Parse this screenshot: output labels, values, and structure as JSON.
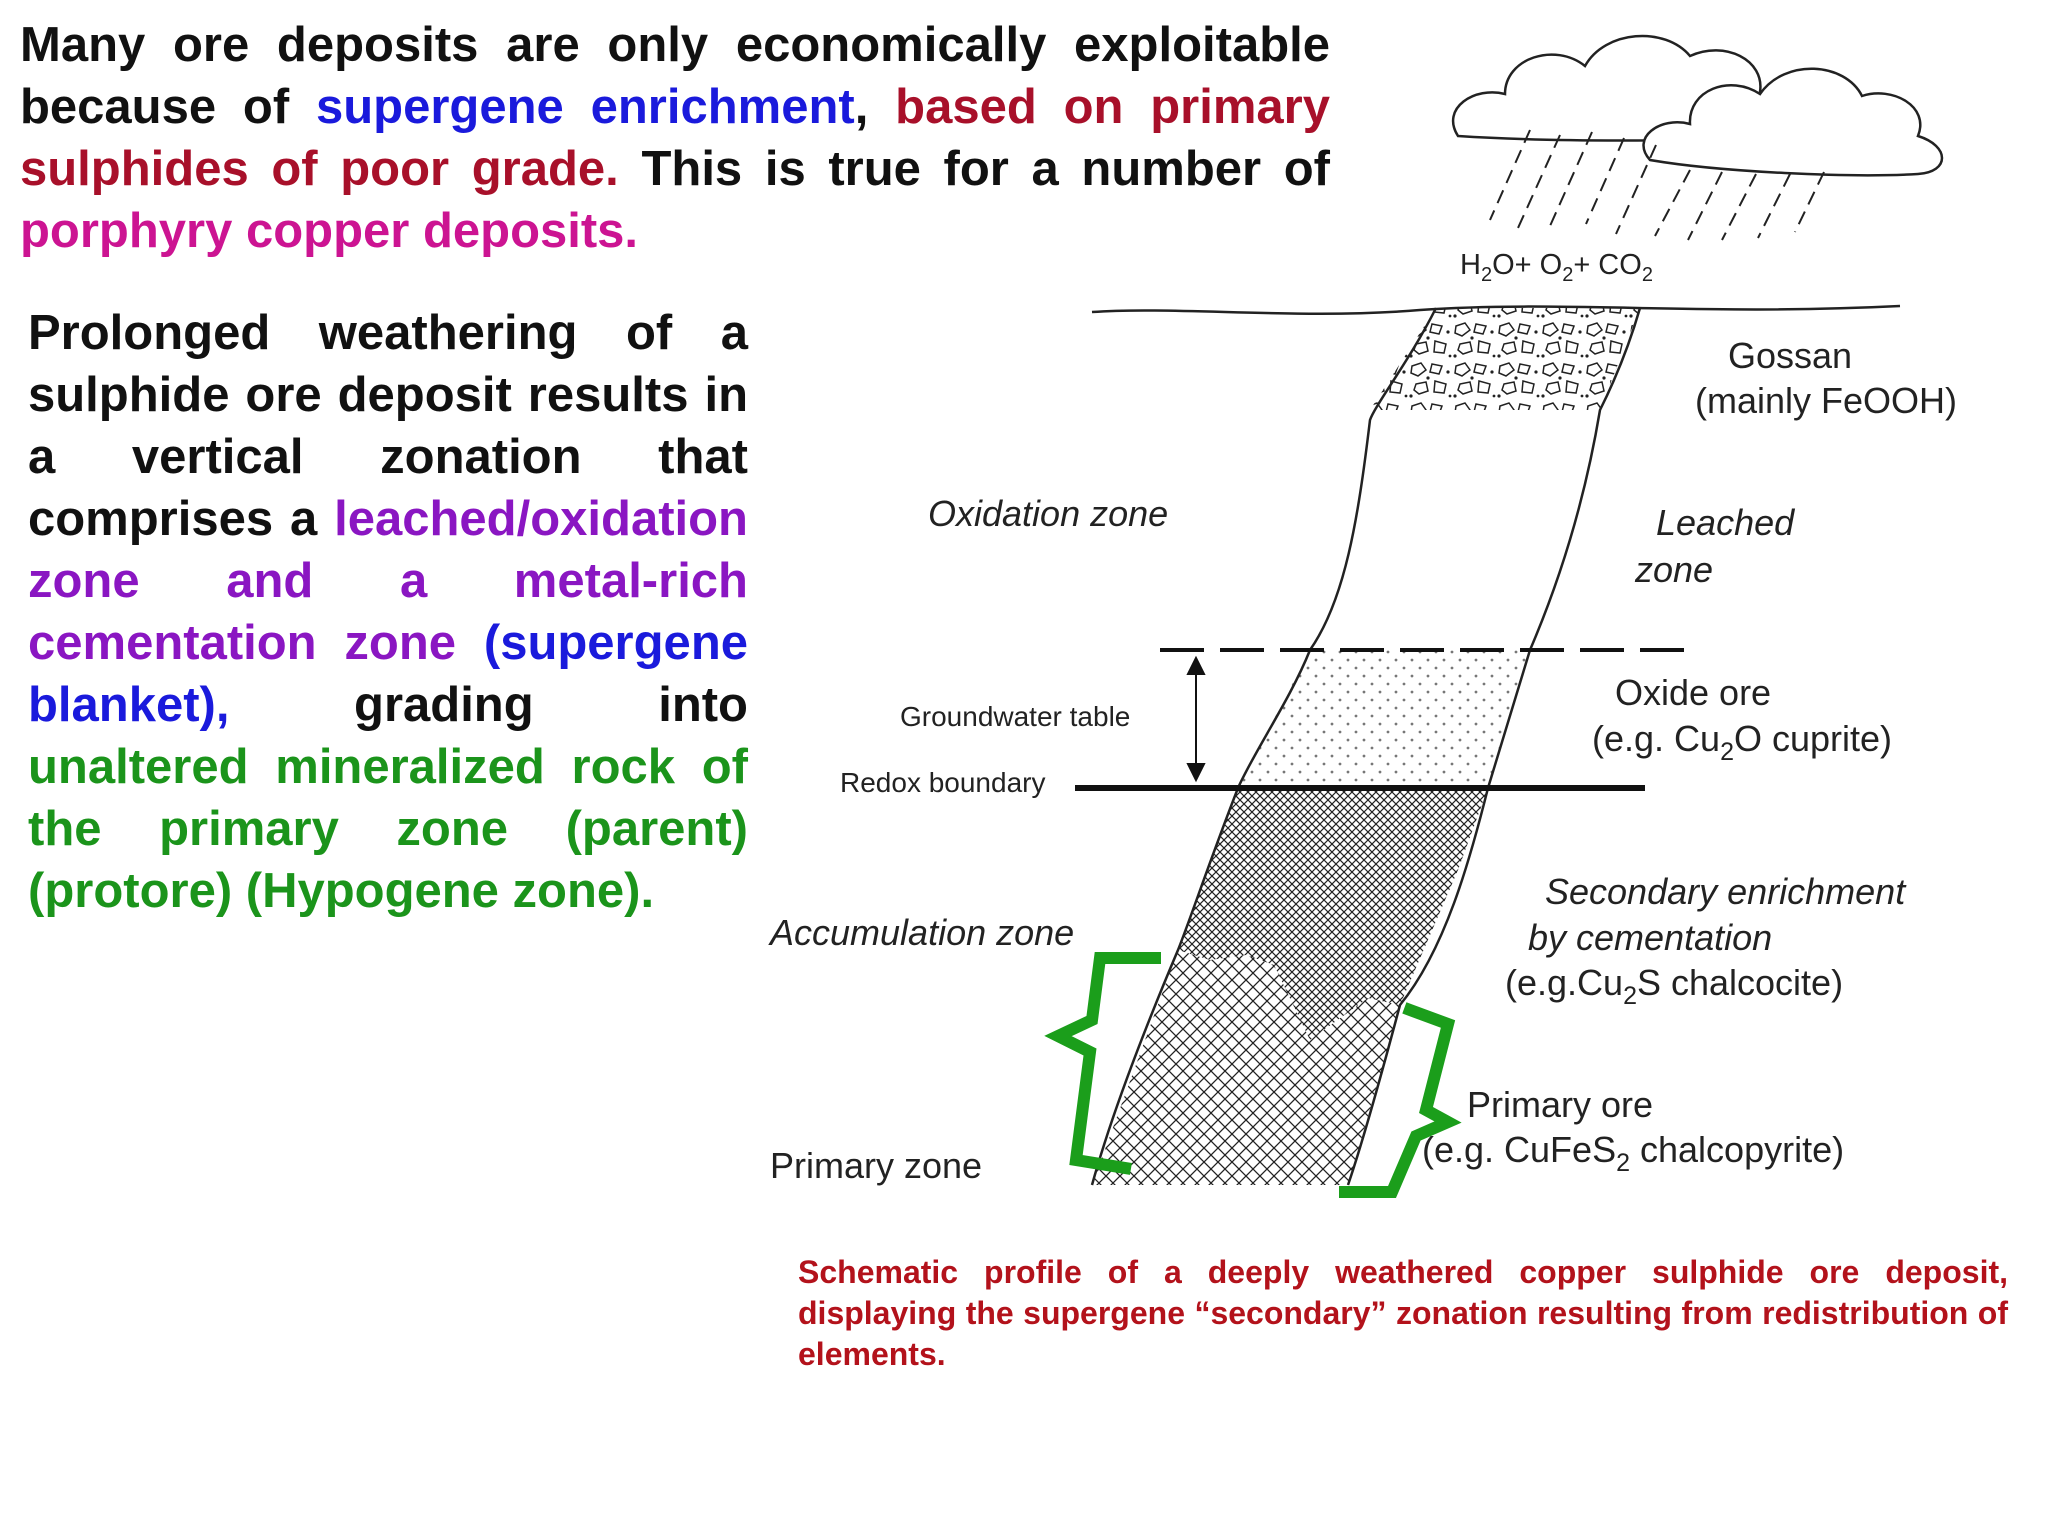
{
  "intro": {
    "p1": "Many ore deposits are only economically exploitable because of ",
    "supergene": "supergene enrichment",
    "comma": ", ",
    "primary": "based on primary sulphides of poor grade.",
    "p2": " This is true for a number of ",
    "porphyry": "porphyry copper deposits."
  },
  "paragraph": {
    "p1": "Prolonged weathering of a sulphide ore deposit results in a vertical zonation that comprises a ",
    "leached": "leached/oxidation zone and a metal-rich cementation zone",
    "blanket": " (supergene blanket),",
    "p2": " grading into ",
    "unaltered": "unaltered mineralized rock of the primary zone (parent) (protore) (Hypogene zone)."
  },
  "diagram": {
    "rain_formula": {
      "h2o": "H",
      "h2o_sub": "2",
      "o_plus": "O+ O",
      "o2_sub": "2",
      "plus_co": "+ CO",
      "co2_sub": "2"
    },
    "gossan": "Gossan",
    "gossan_sub": "(mainly FeOOH)",
    "oxidation_zone": "Oxidation zone",
    "leached_zone_1": "Leached",
    "leached_zone_2": "zone",
    "groundwater_table": "Groundwater table",
    "redox_boundary": "Redox boundary",
    "oxide_ore": "Oxide ore",
    "oxide_example_a": "(e.g. Cu",
    "oxide_example_sub": "2",
    "oxide_example_b": "O  cuprite)",
    "accumulation_zone": "Accumulation zone",
    "secondary_1": "Secondary enrichment",
    "secondary_2": "by cementation",
    "secondary_ex_a": "(e.g.Cu",
    "secondary_ex_sub": "2",
    "secondary_ex_b": "S  chalcocite)",
    "primary_zone": "Primary zone",
    "primary_ore": "Primary ore",
    "primary_ex_a": "(e.g. CuFeS",
    "primary_ex_sub": "2",
    "primary_ex_b": " chalcopyrite)"
  },
  "caption": "Schematic profile of a deeply weathered copper sulphide ore deposit, displaying the supergene “secondary” zonation resulting from redistribution of elements.",
  "colors": {
    "blue": "#1a1adc",
    "dark_red": "#a8102a",
    "magenta": "#cc1492",
    "purple": "#8a16c2",
    "green": "#1b941b",
    "caption_red": "#b3121b"
  }
}
